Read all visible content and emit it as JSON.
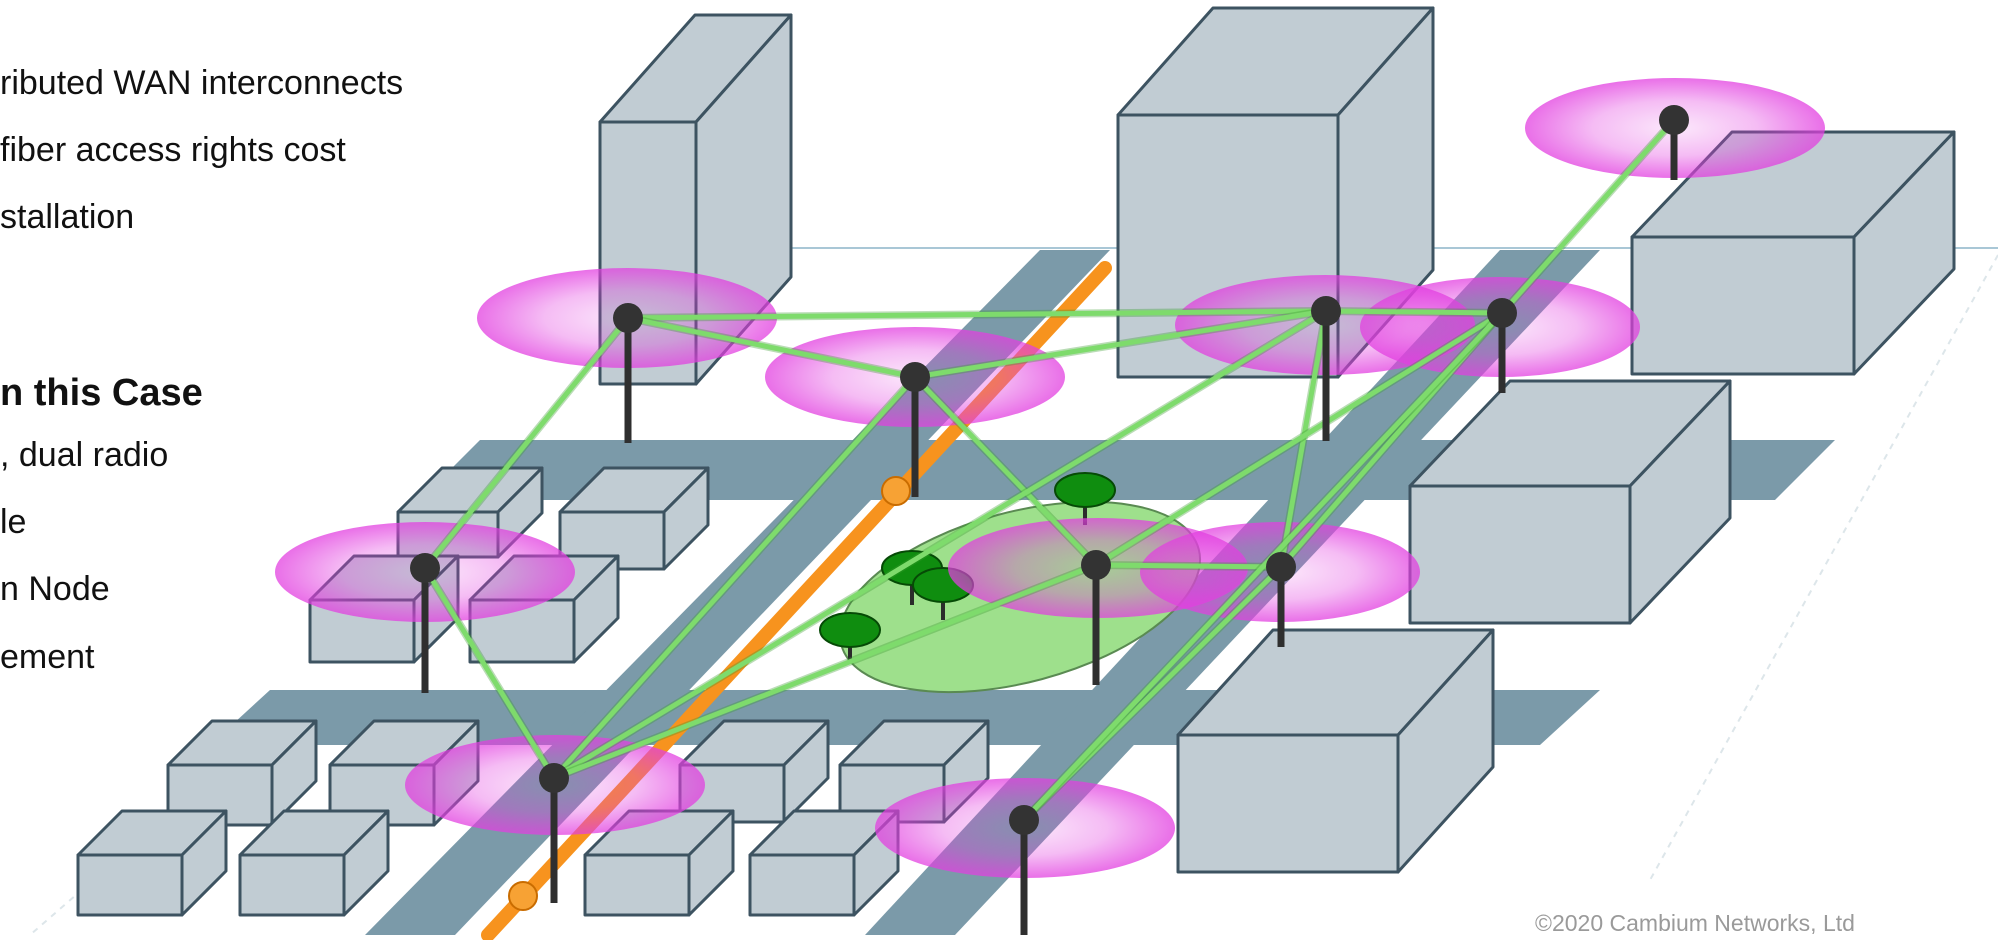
{
  "bullets_top": [
    "ributed WAN interconnects",
    "fiber access rights cost",
    "stallation"
  ],
  "section_heading": "n this Case",
  "bullets_bottom": [
    ", dual radio",
    "le",
    "n Node",
    "ement"
  ],
  "copyright": "©2020 Cambium Networks, Ltd",
  "colors": {
    "street": "#7b9aa9",
    "building_face": "#c1ccd3",
    "building_edge": "#3d5361",
    "coverage": "#e23fe0",
    "link": "#7edb6c",
    "fiber": "#f7931e",
    "node": "#333333",
    "park": "#9ee08c",
    "tree": "#0f8d0f"
  },
  "icons": [
    "mesh-node-icon",
    "fiber-splice-icon",
    "tree-icon",
    "building-icon"
  ]
}
